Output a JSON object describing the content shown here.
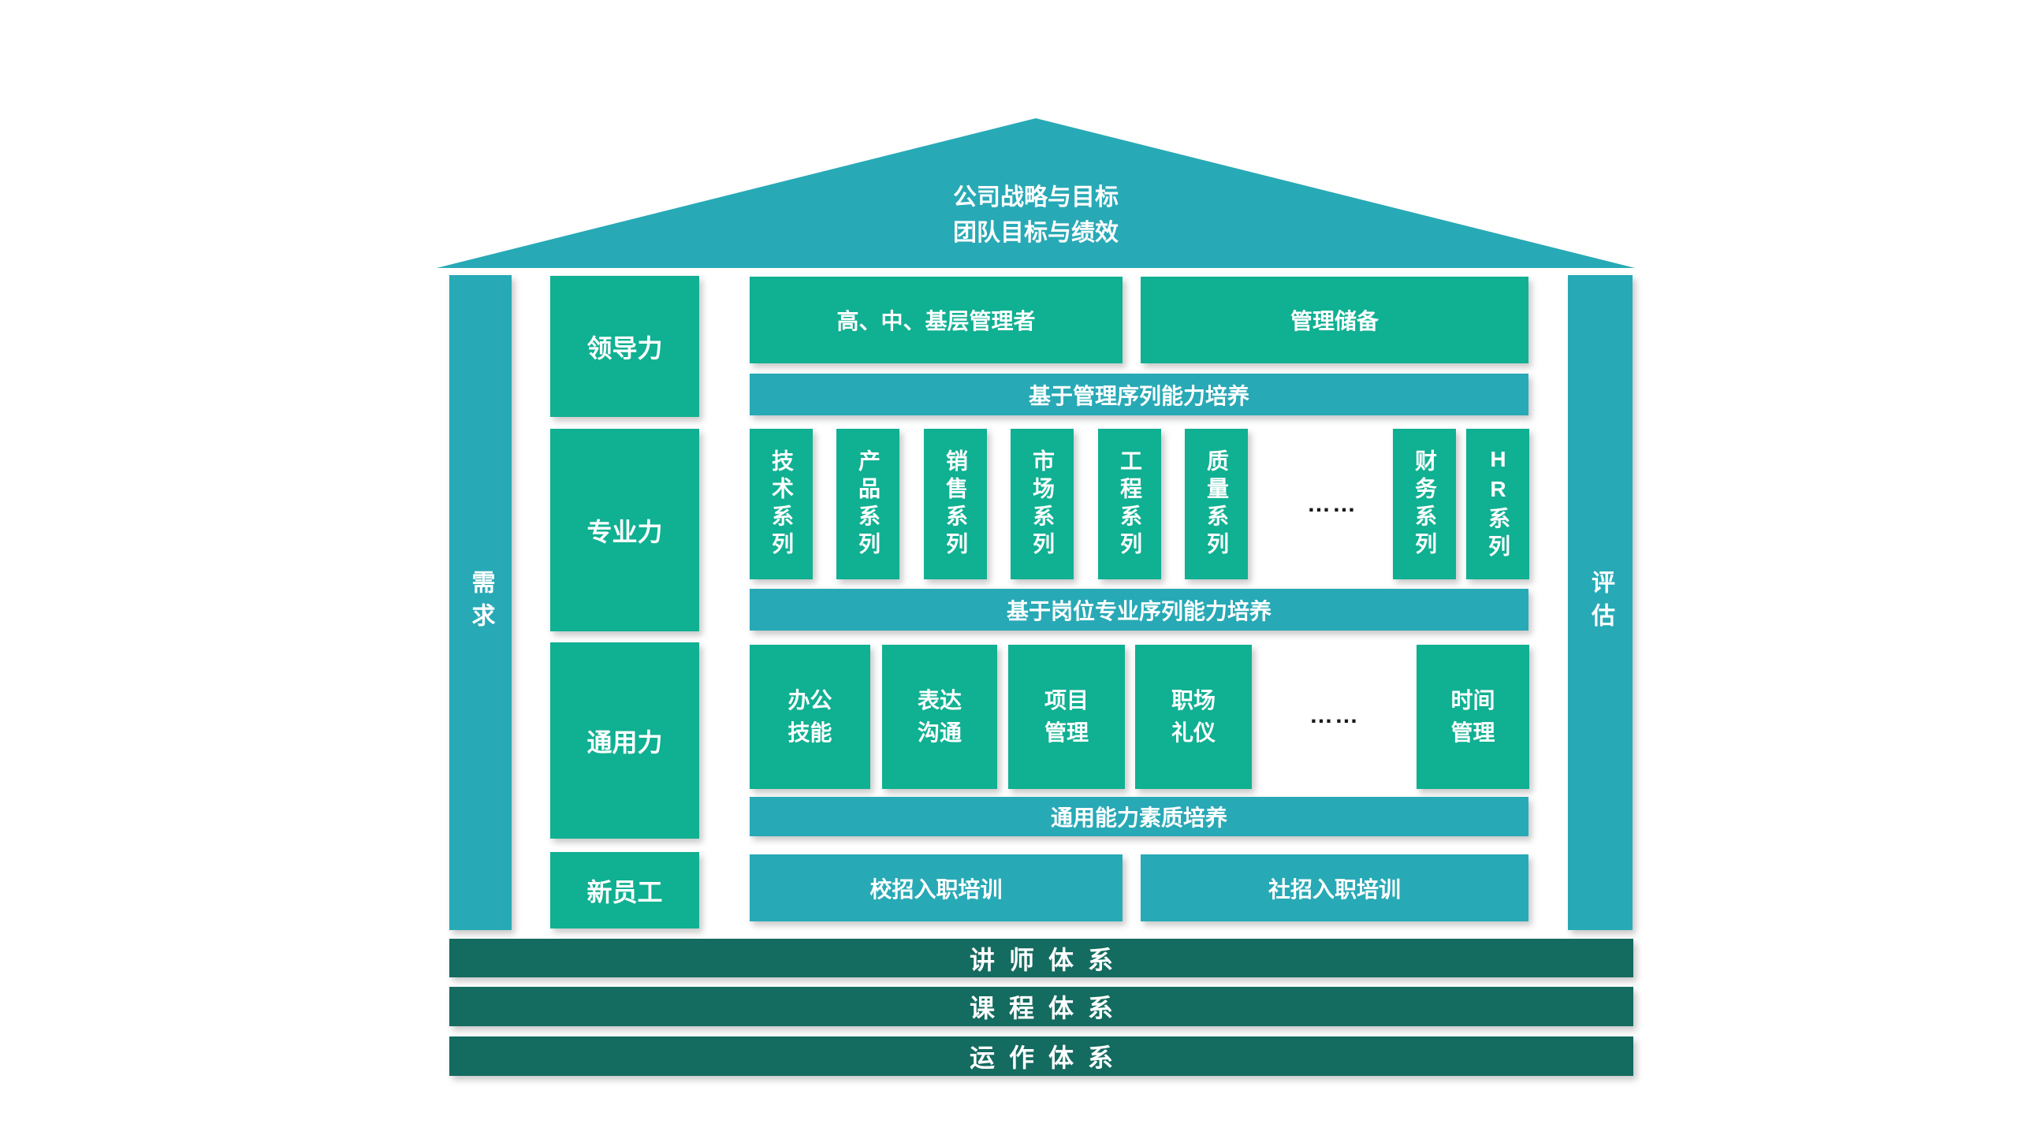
{
  "roof": {
    "line1": "公司战略与目标",
    "line2": "团队目标与绩效"
  },
  "sides": {
    "left": "需求",
    "right": "评估"
  },
  "leadership": {
    "label": "领导力",
    "block1": "高、中、基层管理者",
    "block2": "管理储备",
    "banner": "基于管理序列能力培养"
  },
  "professional": {
    "label": "专业力",
    "series": [
      "技术系列",
      "产品系列",
      "销售系列",
      "市场系列",
      "工程系列",
      "质量系列"
    ],
    "dots": "……",
    "series2": [
      "财务系列",
      "HR系列"
    ],
    "banner": "基于岗位专业序列能力培养"
  },
  "general": {
    "label": "通用力",
    "blocks": [
      "办公技能",
      "表达沟通",
      "项目管理",
      "职场礼仪"
    ],
    "dots": "……",
    "block_last": "时间管理",
    "banner": "通用能力素质培养"
  },
  "newhire": {
    "label": "新员工",
    "block1": "校招入职培训",
    "block2": "社招入职培训"
  },
  "foundation": [
    "讲师体系",
    "课程体系",
    "运作体系"
  ],
  "colors": {
    "teal": "#28a9b6",
    "green": "#10b092",
    "dark_teal": "#146b60",
    "background": "#ffffff",
    "text": "#ffffff"
  }
}
